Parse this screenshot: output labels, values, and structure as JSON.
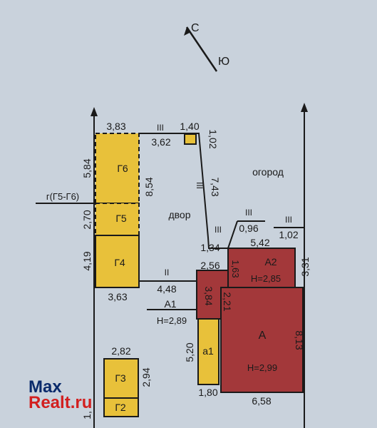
{
  "compass": {
    "north": "С",
    "south": "Ю"
  },
  "areas": {
    "garden": "огород",
    "yard": "двор"
  },
  "buildings": [
    {
      "id": "g6",
      "label": "Г6"
    },
    {
      "id": "g5",
      "label": "Г5"
    },
    {
      "id": "g4",
      "label": "Г4"
    },
    {
      "id": "g3",
      "label": "Г3"
    },
    {
      "id": "g2",
      "label": "Г2"
    },
    {
      "id": "a1small",
      "label": "а1"
    },
    {
      "id": "a2",
      "label": "А2",
      "height": "Н=2,85"
    },
    {
      "id": "a",
      "label": "А",
      "height": "Н=2,99"
    }
  ],
  "a1_label": {
    "label": "А1",
    "height": "Н=2,89"
  },
  "gate_label": "г(Г5-Г6)",
  "fence_marks": [
    "III",
    "III",
    "III",
    "III",
    "III",
    "II"
  ],
  "dimensions": {
    "d383": "3,83",
    "d362": "3,62",
    "d140": "1,40",
    "d102a": "1,02",
    "d584": "5,84",
    "d854": "8,54",
    "d270": "2,70",
    "d419": "4,19",
    "d363": "3,63",
    "d743": "7,43",
    "d096": "0,96",
    "d102b": "1,02",
    "d542": "5,42",
    "d134": "1,34",
    "d256": "2,56",
    "d163": "1,63",
    "d331": "3,31",
    "d448": "4,48",
    "d384": "3,84",
    "d221": "2,21",
    "d813": "8,13",
    "d520": "5,20",
    "d180": "1,80",
    "d658": "6,58",
    "d282": "2,82",
    "d294": "2,94",
    "d1x": "1,"
  },
  "watermark": {
    "line1": "Max",
    "line2": "Realt.ru"
  },
  "colors": {
    "yellow": "#e8c13a",
    "red": "#a3383a",
    "ink": "#1a1a1a",
    "background": "#c9d2dc"
  }
}
